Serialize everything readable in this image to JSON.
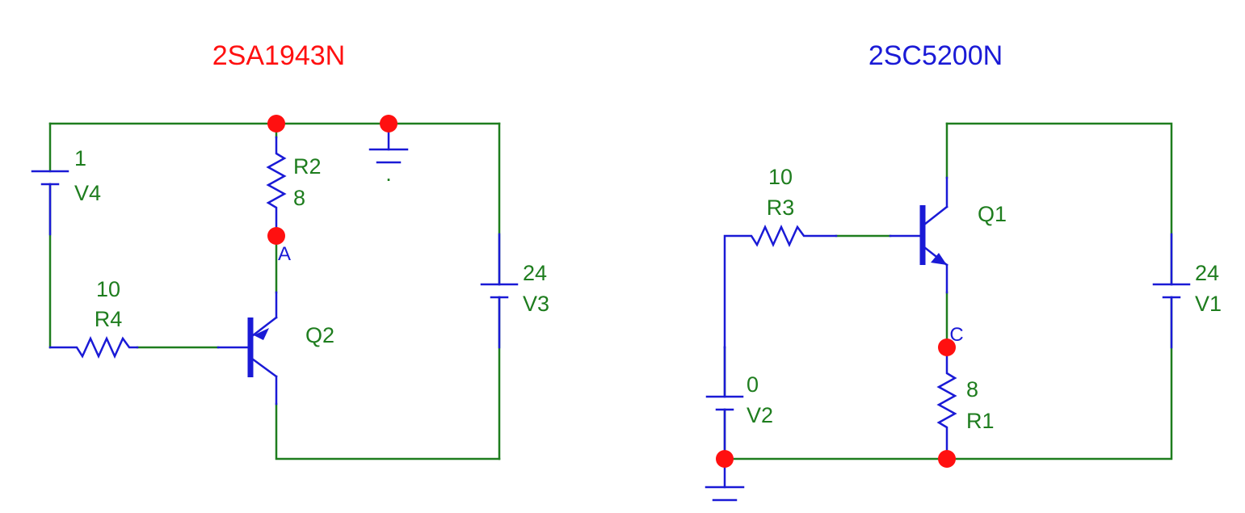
{
  "titles": {
    "left": "2SA1943N",
    "right": "2SC5200N"
  },
  "colors": {
    "wire": "#1e7d1e",
    "component": "#1a1ad6",
    "node": "#ff1010",
    "title_left": "#ff1010",
    "title_right": "#1a1ad6"
  },
  "left_circuit": {
    "v4": {
      "value": "1",
      "name": "V4"
    },
    "r2": {
      "name": "R2",
      "value": "8"
    },
    "r4": {
      "value": "10",
      "name": "R4"
    },
    "v3": {
      "value": "24",
      "name": "V3"
    },
    "q2": {
      "name": "Q2"
    },
    "node_a": "A",
    "ground_dot": "."
  },
  "right_circuit": {
    "r3": {
      "value": "10",
      "name": "R3"
    },
    "q1": {
      "name": "Q1"
    },
    "v1": {
      "value": "24",
      "name": "V1"
    },
    "v2": {
      "value": "0",
      "name": "V2"
    },
    "r1": {
      "value": "8",
      "name": "R1"
    },
    "node_c": "C"
  }
}
